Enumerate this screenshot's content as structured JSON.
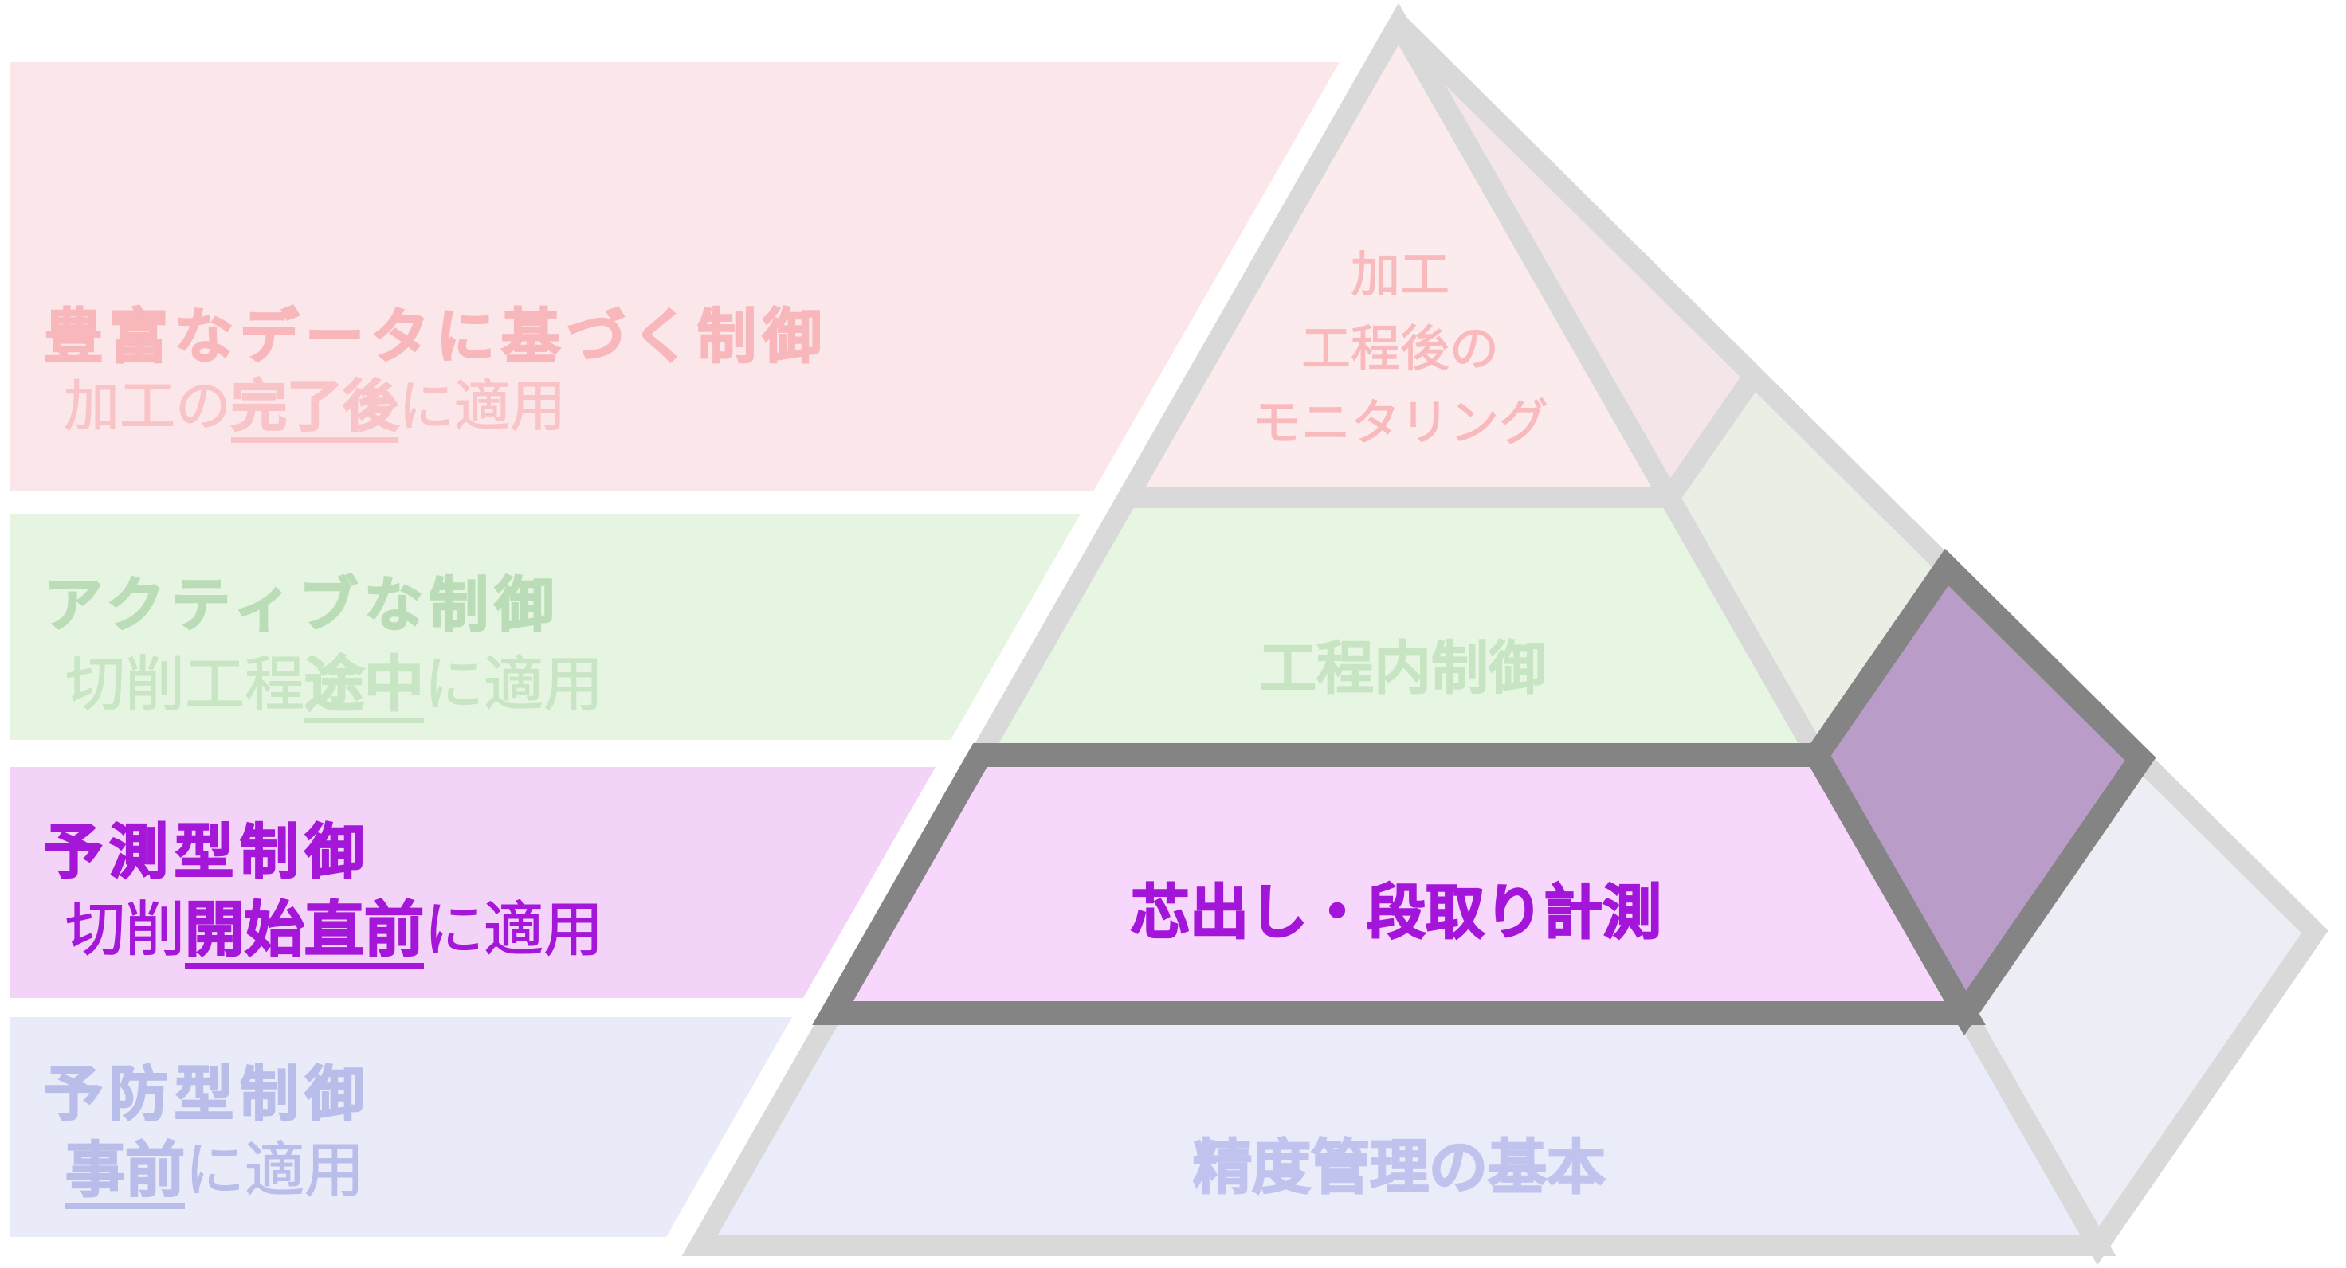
{
  "colors": {
    "band_pink": "#fbe7e9",
    "band_green": "#e5f5e1",
    "band_magenta": "#f3d3f8",
    "band_lavender": "#eaebf8",
    "front_pink": "#fcebec",
    "front_green": "#e6f6e2",
    "front_magenta": "#f7d8fc",
    "front_lavender": "#ebecf9",
    "side_pink": "#f3e5e8",
    "side_green": "#e9efe5",
    "side_purple": "#b99dc8",
    "side_lavender": "#ededf5",
    "stroke_light": "#d9d9d9",
    "stroke_dark": "#848484",
    "text_pink": "#f7b7bb",
    "text_green": "#badcb6",
    "text_purple": "#a417d8",
    "text_lavender": "#b9bde9"
  },
  "rows": [
    {
      "title": "豊富なデータに基づく制御",
      "sub_pre": "加工の",
      "sub_em": "完了後",
      "sub_post": "に適用"
    },
    {
      "title": "アクティブな制御",
      "sub_pre": "切削工程",
      "sub_em": "途中",
      "sub_post": "に適用"
    },
    {
      "title": "予測型制御",
      "sub_pre": "切削",
      "sub_em": "開始直前",
      "sub_post": "に適用"
    },
    {
      "title": "予防型制御",
      "sub_pre": "",
      "sub_em": "事前",
      "sub_post": "に適用"
    }
  ],
  "pyramid": {
    "layers": [
      {
        "label": "加工\n工程後の\nモニタリング"
      },
      {
        "label": "工程内制御"
      },
      {
        "label": "芯出し・段取り計測"
      },
      {
        "label": "精度管理の基本"
      }
    ]
  }
}
